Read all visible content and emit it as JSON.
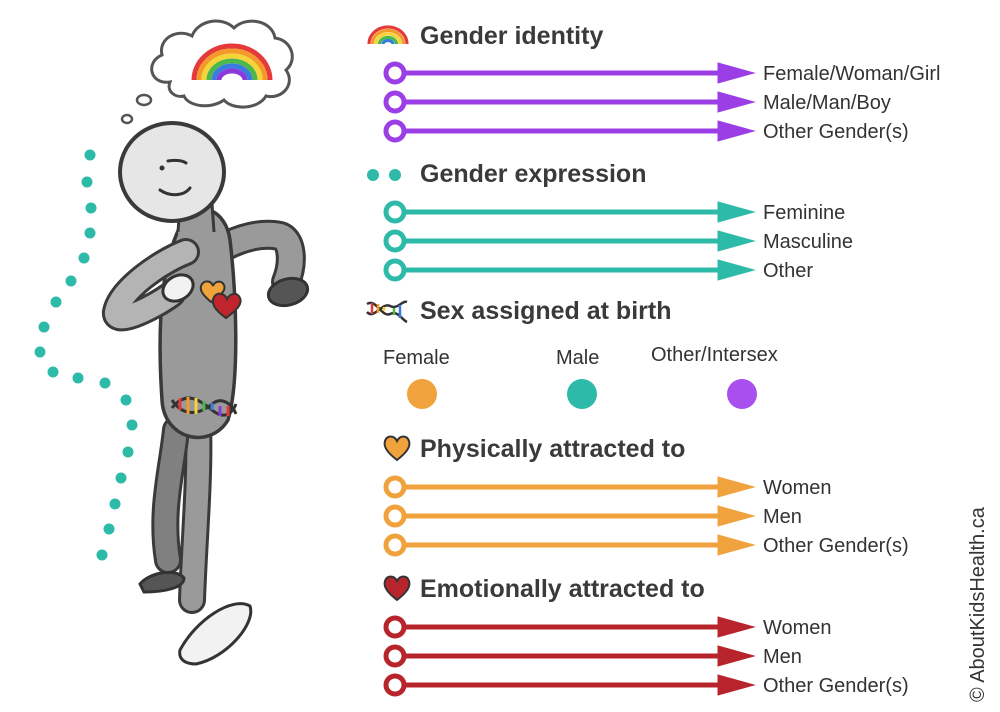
{
  "sections": {
    "gender_identity": {
      "title": "Gender identity",
      "icon": "rainbow-icon",
      "color": "#9b3ee6",
      "options": [
        "Female/Woman/Girl",
        "Male/Man/Boy",
        "Other Gender(s)"
      ]
    },
    "gender_expression": {
      "title": "Gender expression",
      "icon": "two-dots-icon",
      "color": "#2dbaa8",
      "options": [
        "Feminine",
        "Masculine",
        "Other"
      ]
    },
    "sex_assigned": {
      "title": "Sex assigned at birth",
      "icon": "dna-icon",
      "options": [
        {
          "label": "Female",
          "color": "#f0a23c"
        },
        {
          "label": "Male",
          "color": "#2dbaa8"
        },
        {
          "label": "Other/Intersex",
          "color": "#a94fef"
        }
      ]
    },
    "physical_attraction": {
      "title": "Physically attracted to",
      "icon": "orange-heart-icon",
      "color": "#f0a23c",
      "options": [
        "Women",
        "Men",
        "Other Gender(s)"
      ]
    },
    "emotional_attraction": {
      "title": "Emotionally attracted to",
      "icon": "red-heart-icon",
      "color": "#b8242c",
      "options": [
        "Women",
        "Men",
        "Other Gender(s)"
      ]
    }
  },
  "copyright": "© AboutKidsHealth.ca"
}
